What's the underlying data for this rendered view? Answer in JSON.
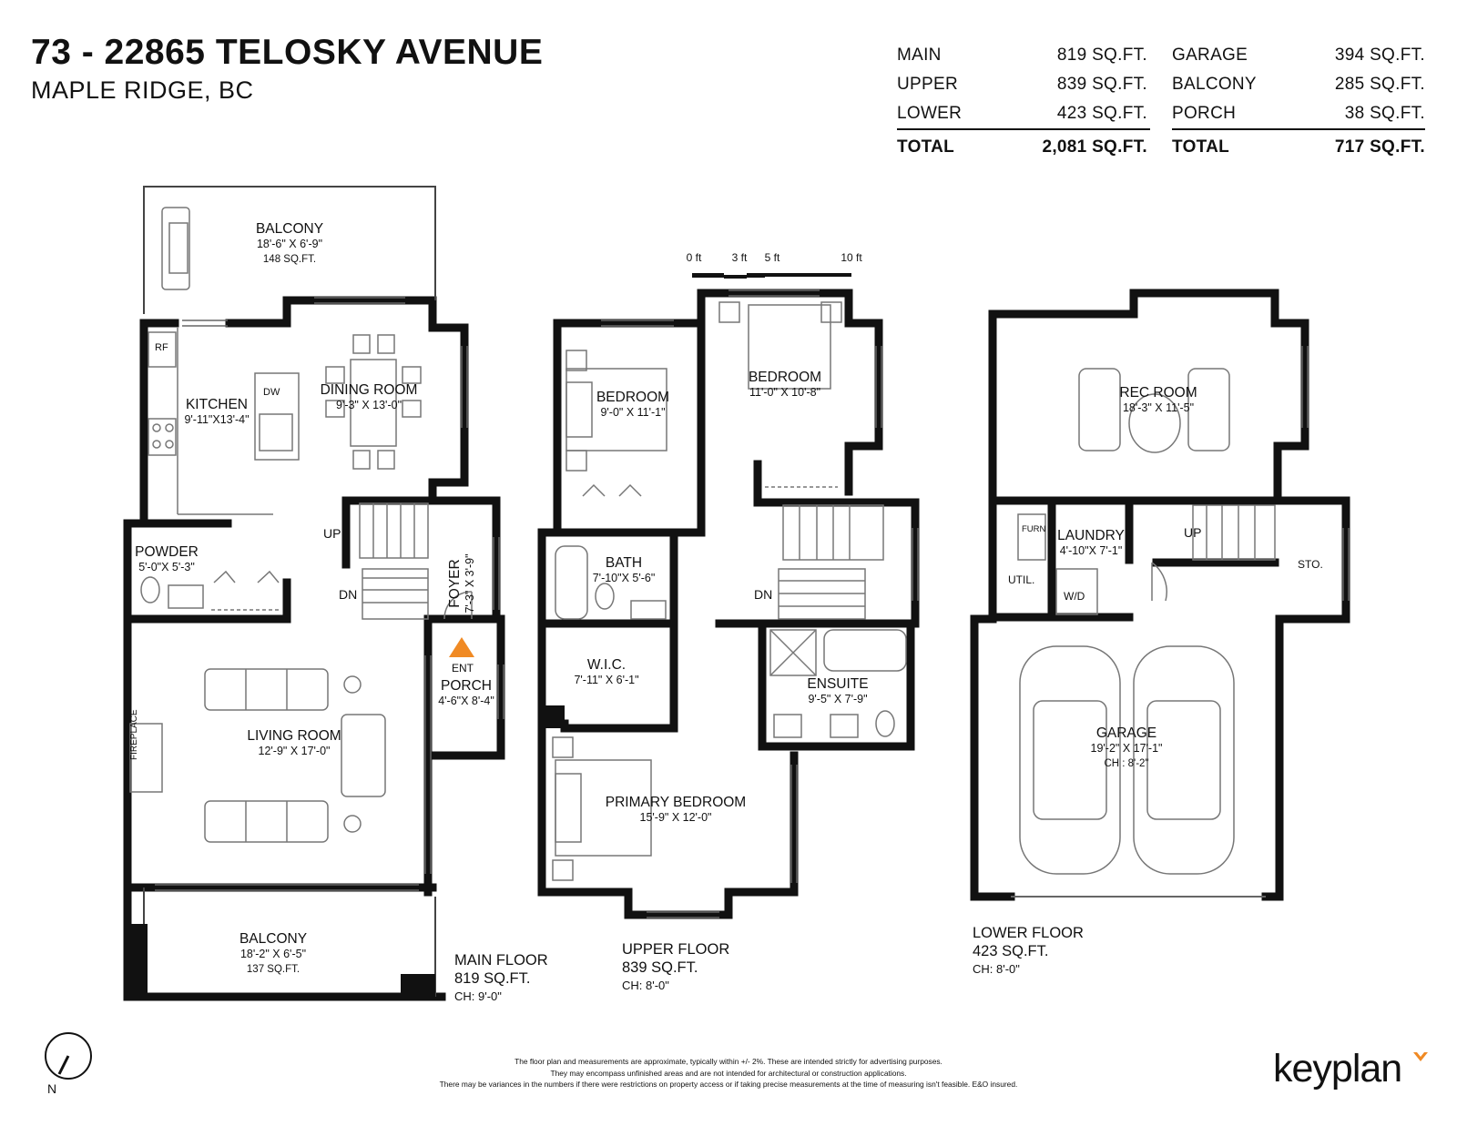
{
  "header": {
    "address": "73 - 22865 TELOSKY AVENUE",
    "city": "MAPLE RIDGE, BC"
  },
  "summary": {
    "left": {
      "rows": [
        {
          "label": "MAIN",
          "value": "819 SQ.FT."
        },
        {
          "label": "UPPER",
          "value": "839 SQ.FT."
        },
        {
          "label": "LOWER",
          "value": "423 SQ.FT."
        }
      ],
      "total_label": "TOTAL",
      "total_value": "2,081 SQ.FT."
    },
    "right": {
      "rows": [
        {
          "label": "GARAGE",
          "value": "394 SQ.FT."
        },
        {
          "label": "BALCONY",
          "value": "285 SQ.FT."
        },
        {
          "label": "PORCH",
          "value": "38 SQ.FT."
        }
      ],
      "total_label": "TOTAL",
      "total_value": "717 SQ.FT."
    }
  },
  "scale_bar": [
    "0 ft",
    "3 ft",
    "5 ft",
    "10 ft"
  ],
  "rooms": {
    "balcony_top": {
      "name": "BALCONY",
      "dims": "18'-6\"  X  6'-9\"",
      "area": "148 SQ.FT."
    },
    "kitchen": {
      "name": "KITCHEN",
      "dims": "9'-11\"X13'-4\""
    },
    "dining": {
      "name": "DINING ROOM",
      "dims": "9'-3\"  X  13'-0\""
    },
    "powder": {
      "name": "POWDER",
      "dims": "5'-0\"X 5'-3\""
    },
    "foyer": {
      "name": "FOYER",
      "dims": "7'-3\" X 3'-9\""
    },
    "porch": {
      "name": "PORCH",
      "dims": "4'-6\"X 8'-4\""
    },
    "living": {
      "name": "LIVING ROOM",
      "dims": "12'-9\"  X  17'-0\""
    },
    "balcony_bottom": {
      "name": "BALCONY",
      "dims": "18'-2\"  X  6'-5\"",
      "area": "137 SQ.FT."
    },
    "bedroom_left": {
      "name": "BEDROOM",
      "dims": "9'-0\"  X  11'-1\""
    },
    "bedroom_right": {
      "name": "BEDROOM",
      "dims": "11'-0\"  X  10'-8\""
    },
    "bath": {
      "name": "BATH",
      "dims": "7'-10\"X 5'-6\""
    },
    "wic": {
      "name": "W.I.C.",
      "dims": "7'-11\"  X  6'-1\""
    },
    "ensuite": {
      "name": "ENSUITE",
      "dims": "9'-5\"  X  7'-9\""
    },
    "primary": {
      "name": "PRIMARY BEDROOM",
      "dims": "15'-9\"  X  12'-0\""
    },
    "rec": {
      "name": "REC ROOM",
      "dims": "18'-3\"  X  11'-5\""
    },
    "laundry": {
      "name": "LAUNDRY",
      "dims": "4'-10\"X 7'-1\""
    },
    "garage": {
      "name": "GARAGE",
      "dims": "19'-2\"  X  17'-1\"",
      "ch": "CH : 8'-2\""
    }
  },
  "small_labels": {
    "rf": "RF",
    "dw": "DW",
    "up_main": "UP",
    "dn_main": "DN",
    "ent": "ENT",
    "fireplace": "FIREPLACE",
    "dn_upper": "DN",
    "furn": "FURN",
    "util": "UTIL.",
    "wd": "W/D",
    "up_lower": "UP",
    "sto": "STO."
  },
  "floors": {
    "main": {
      "name": "MAIN FLOOR",
      "area": "819 SQ.FT.",
      "ch": "CH: 9'-0\""
    },
    "upper": {
      "name": "UPPER FLOOR",
      "area": "839 SQ.FT.",
      "ch": "CH: 8'-0\""
    },
    "lower": {
      "name": "LOWER FLOOR",
      "area": "423 SQ.FT.",
      "ch": "CH: 8'-0\""
    }
  },
  "compass": {
    "label": "N"
  },
  "disclaimer": [
    "The floor plan and measurements are approximate, typically within +/- 2%. These are intended strictly for advertising purposes.",
    "They may encompass unfinished areas and are not intended for architectural or construction applications.",
    "There may be variances in the numbers if there were restrictions on property access or if taking precise measurements at the time of measuring isn't feasible. E&O insured."
  ],
  "brand": {
    "name": "keyplan",
    "accent": "#f08a24"
  },
  "colors": {
    "wall": "#111111",
    "fixture": "#777777",
    "entry_marker": "#f08a24"
  }
}
